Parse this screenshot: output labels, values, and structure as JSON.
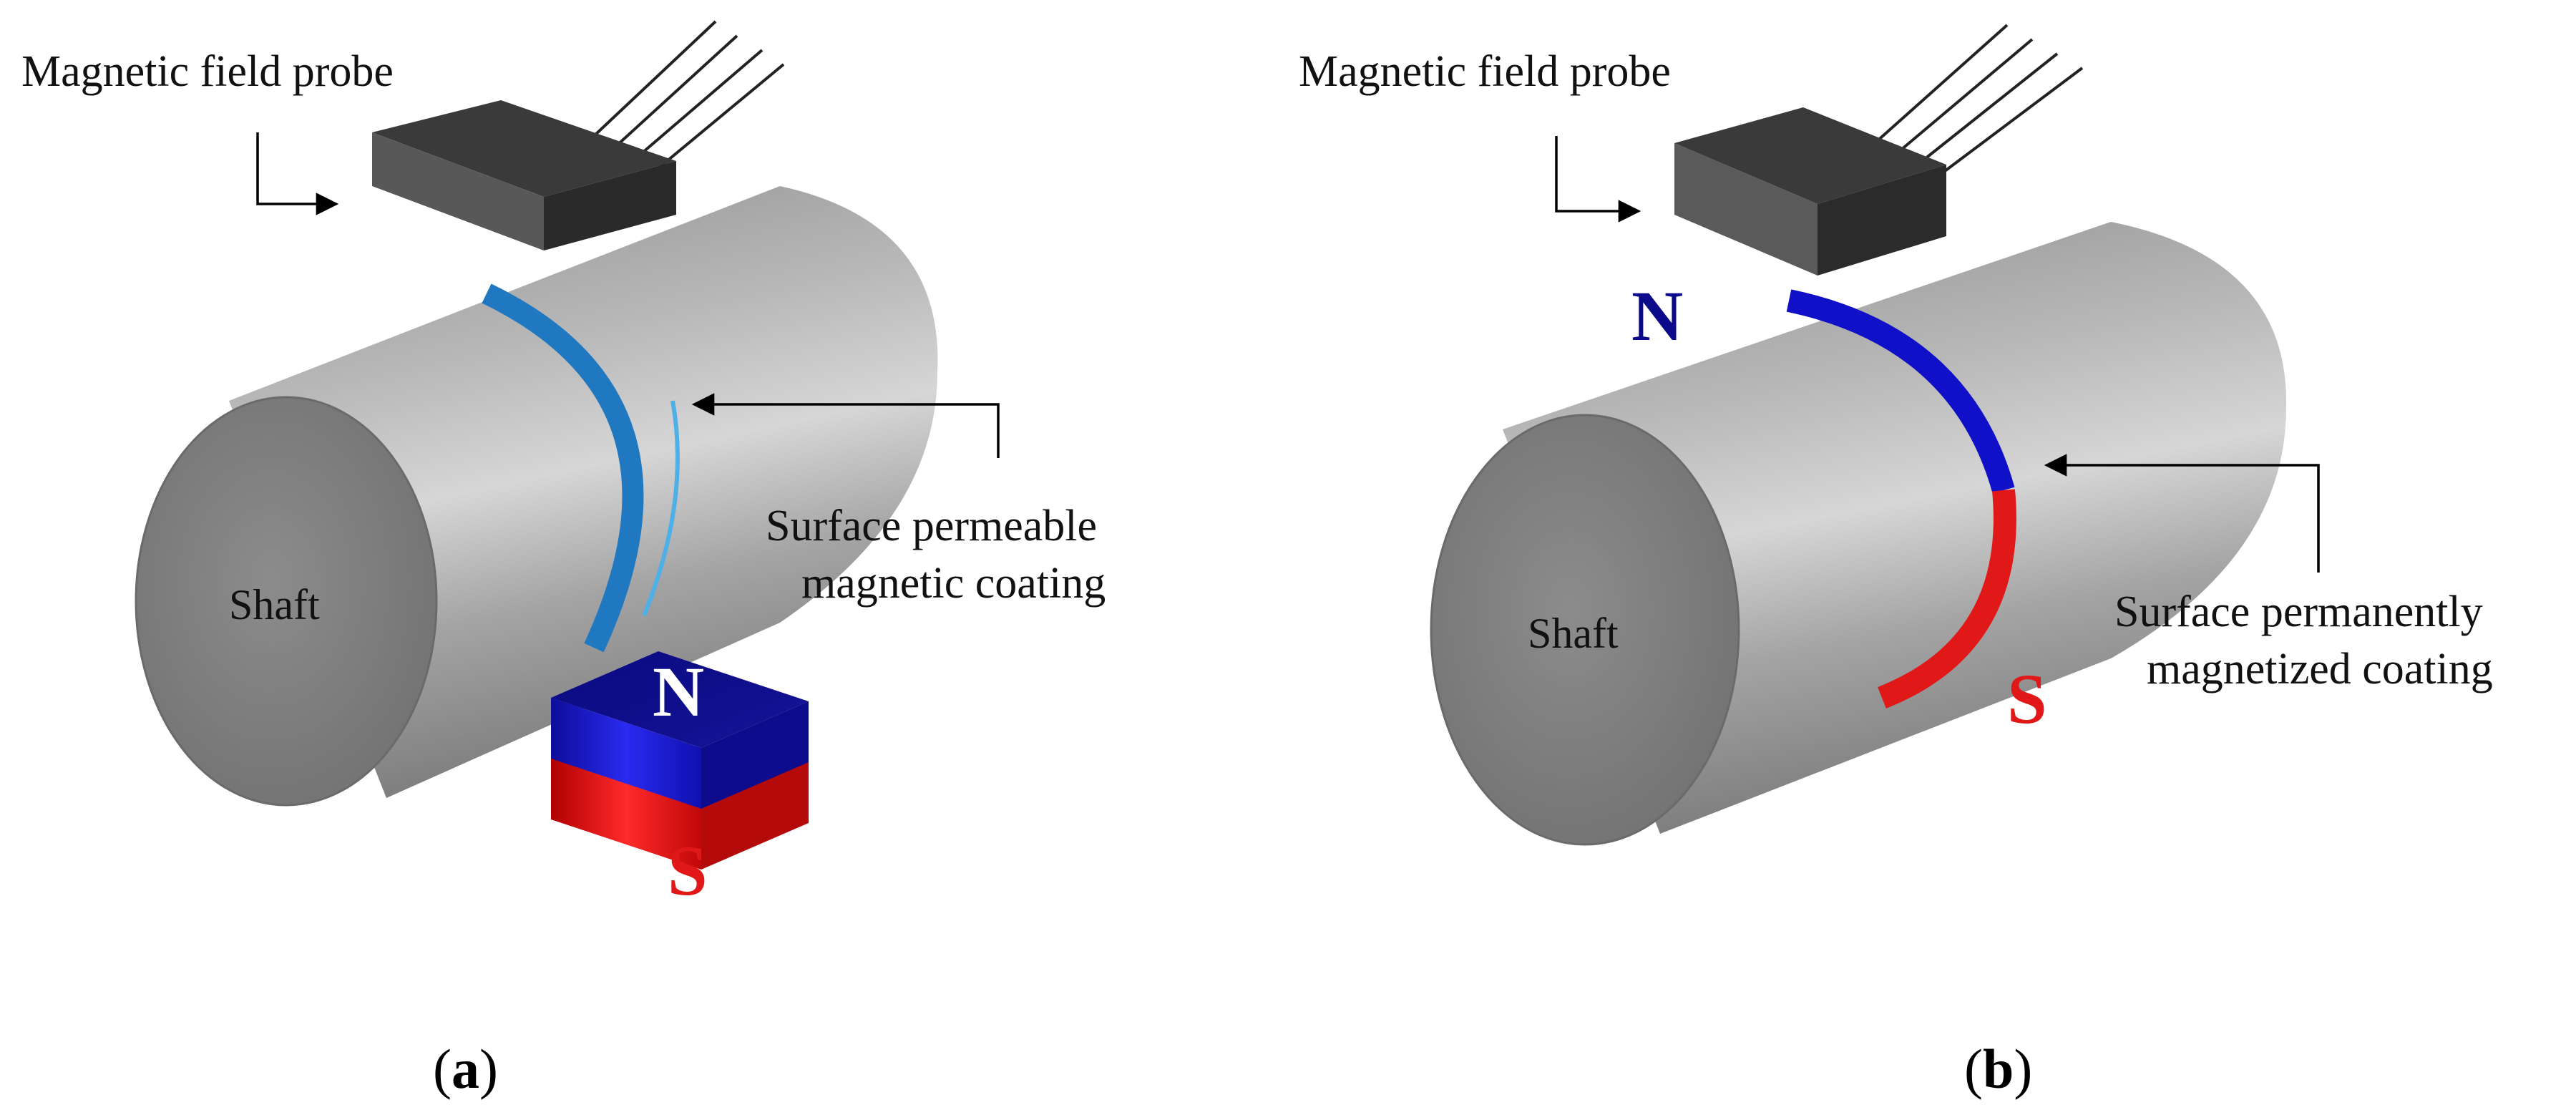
{
  "panel_a": {
    "probe_label": "Magnetic field probe",
    "shaft_label": "Shaft",
    "coating_label_line1": "Surface permeable",
    "coating_label_line2": "magnetic coating",
    "magnet_north": "N",
    "magnet_south": "S",
    "caption_open": "(",
    "caption_letter": "a",
    "caption_close": ")"
  },
  "panel_b": {
    "probe_label": "Magnetic field probe",
    "shaft_label": "Shaft",
    "coating_label_line1": "Surface permanently",
    "coating_label_line2": "magnetized coating",
    "pole_north": "N",
    "pole_south": "S",
    "caption_open": "(",
    "caption_letter": "b",
    "caption_close": ")"
  },
  "colors": {
    "shaft": "#9a9a9a",
    "probe": "#3c3c3c",
    "coating_permeable": "#1f78c0",
    "north": "#1010c8",
    "north_text": "#0a0a8a",
    "south": "#e01818"
  }
}
